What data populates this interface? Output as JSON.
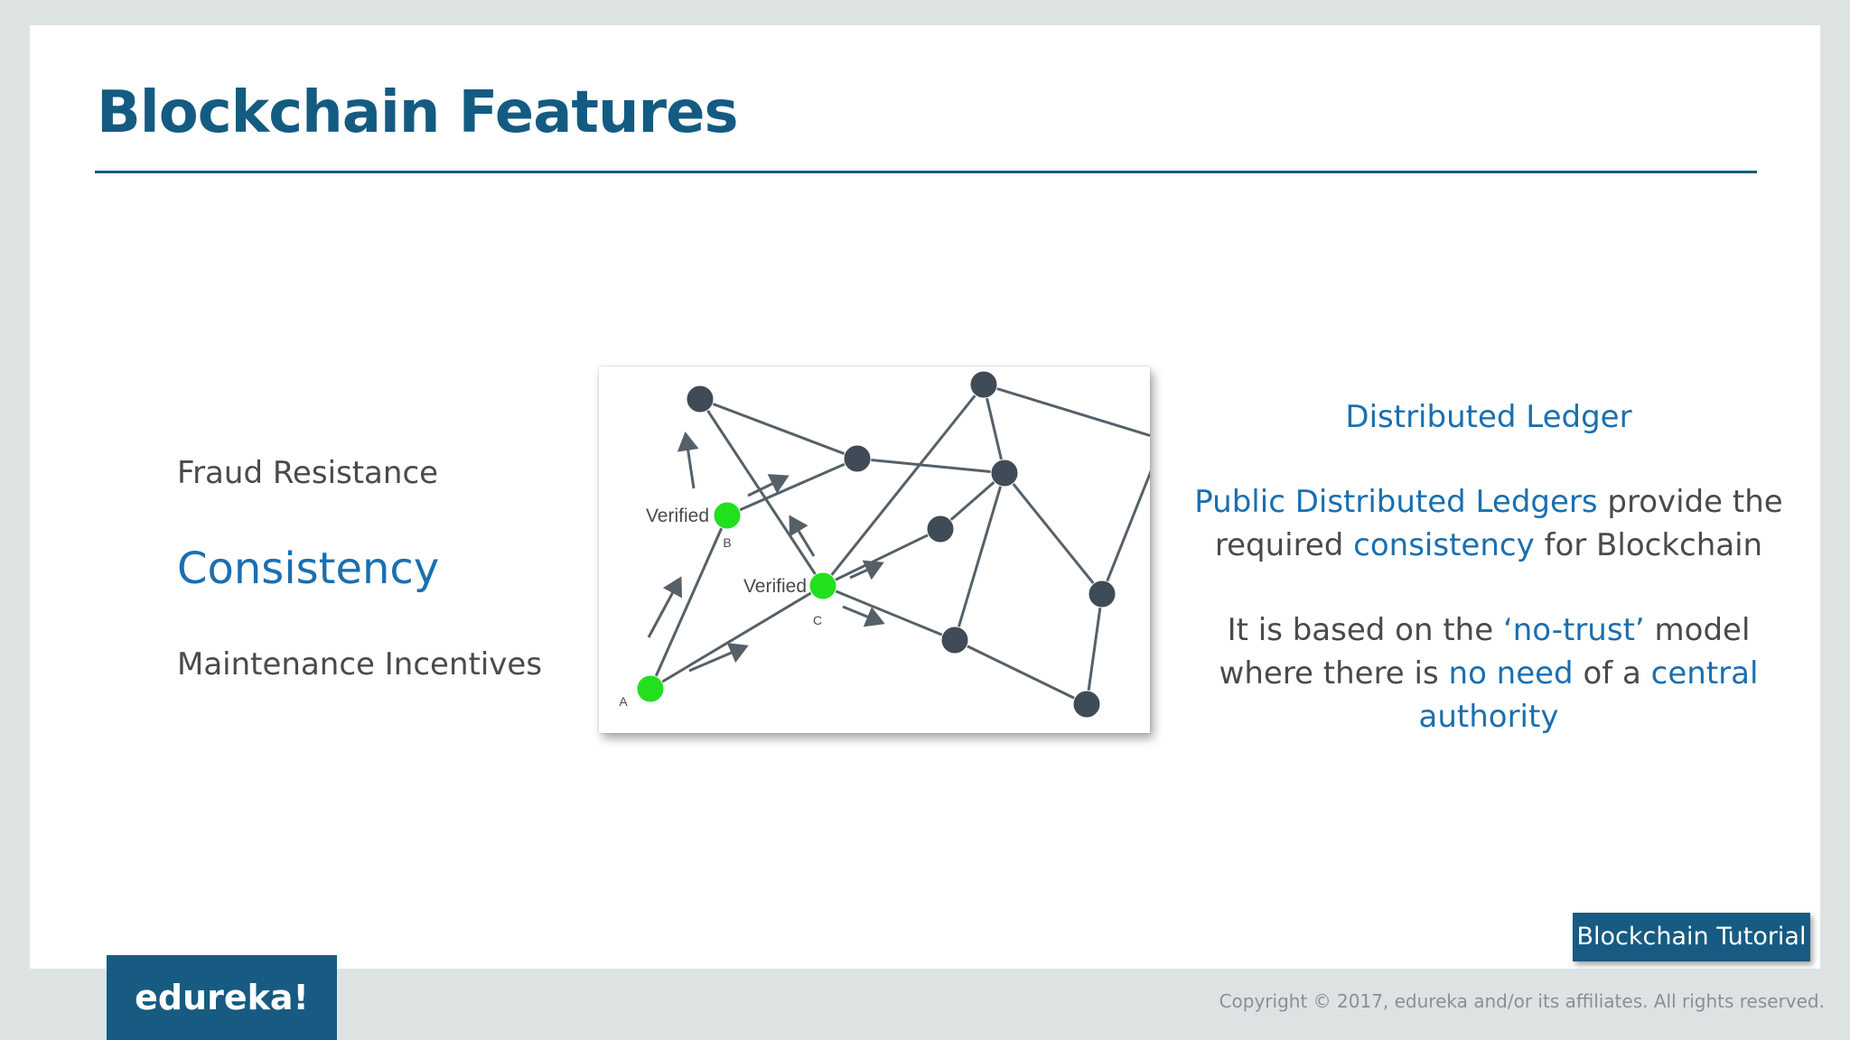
{
  "slide": {
    "title": "Blockchain Features",
    "features": [
      "Fraud Resistance",
      "Consistency",
      "Maintenance Incentives"
    ],
    "active_feature_index": 1
  },
  "diagram": {
    "verified_label": "Verified",
    "node_labels": {
      "a": "A",
      "b": "B",
      "c": "C"
    },
    "colors": {
      "node": "#3f4b56",
      "verified_node": "#22e01e",
      "edge": "#566069"
    }
  },
  "detail": {
    "heading": "Distributed Ledger",
    "p1": {
      "hl1": "Public Distributed Ledgers",
      "t1": " provide the required ",
      "hl2": "consistency",
      "t2": " for Blockchain"
    },
    "p2": {
      "t1": "It is based on the ",
      "hl1": "‘no-trust’",
      "t2": " model where there is ",
      "hl2": "no need",
      "t3": " of a ",
      "hl3": "central authority"
    }
  },
  "footer": {
    "tag": "Blockchain Tutorial",
    "logo": "edureka!",
    "copyright": "Copyright © 2017, edureka and/or its affiliates. All rights reserved."
  },
  "colors": {
    "brand_blue": "#145b82",
    "accent_blue": "#1a6fb0",
    "body_text": "#4a4a4a"
  }
}
